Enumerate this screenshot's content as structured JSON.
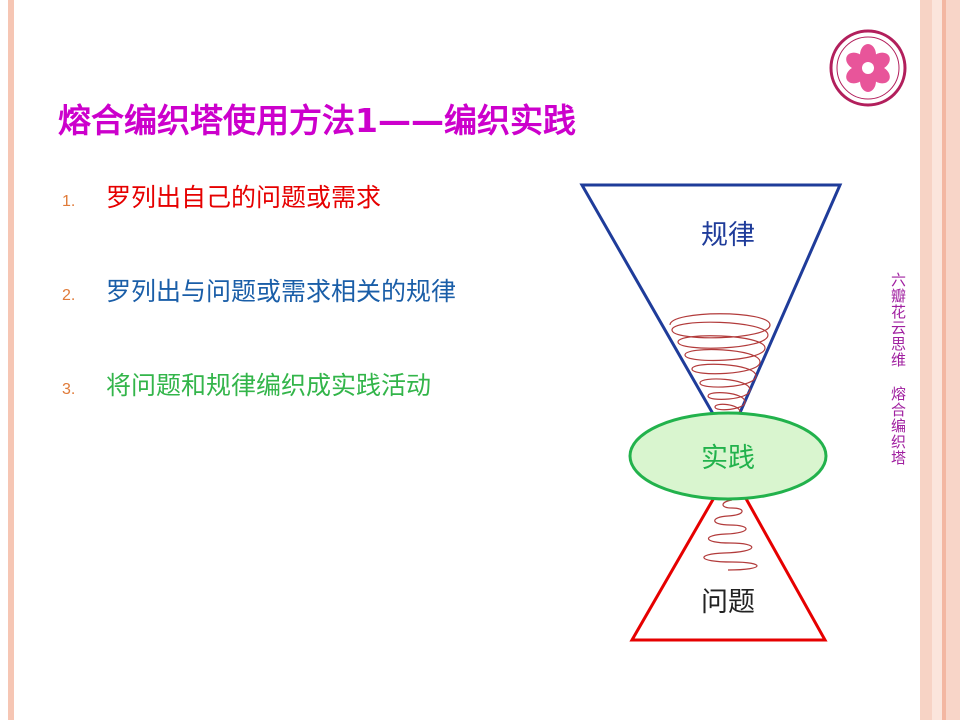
{
  "title": "熔合编织塔使用方法1——编织实践",
  "steps": [
    {
      "number": "1.",
      "text": "罗列出自己的问题或需求"
    },
    {
      "number": "2.",
      "text": "罗列出与问题或需求相关的规律"
    },
    {
      "number": "3.",
      "text": "将问题和规律编织成实践活动"
    }
  ],
  "diagram": {
    "top_label": "规律",
    "center_label": "实践",
    "bottom_label": "问题"
  },
  "side_text": {
    "part1": "六瓣花云思维",
    "part2": "熔合编织塔"
  },
  "colors": {
    "title": "#cc00cc",
    "top_triangle": "#1f3c9a",
    "bottom_triangle": "#e60000",
    "ellipse_fill": "#d9f5cf",
    "ellipse_stroke": "#22b24c",
    "spiral": "#b23b3b"
  },
  "icons": {
    "logo": "six-petal-flower-logo-icon"
  }
}
